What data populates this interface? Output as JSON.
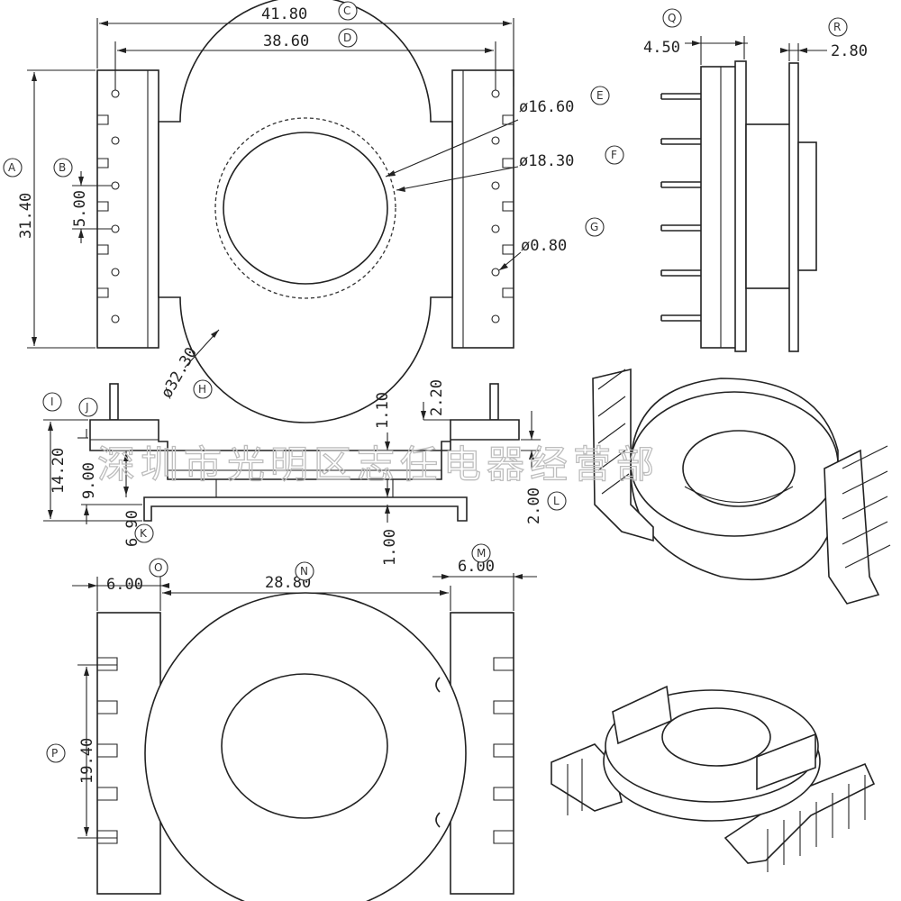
{
  "watermark": "深圳市光明区志任电器经营部",
  "dimensions": [
    {
      "id": "C",
      "value": "41.80"
    },
    {
      "id": "D",
      "value": "38.60"
    },
    {
      "id": "A",
      "value": "31.40"
    },
    {
      "id": "B",
      "value": "5.00"
    },
    {
      "id": "E",
      "value": "ø16.60"
    },
    {
      "id": "F",
      "value": "ø18.30"
    },
    {
      "id": "G",
      "value": "ø0.80"
    },
    {
      "id": "H",
      "value": "ø32.30"
    },
    {
      "id": "Q",
      "value": "4.50"
    },
    {
      "id": "R",
      "value": "2.80"
    },
    {
      "id": "I",
      "value": "14.20"
    },
    {
      "id": "J",
      "value": "9.00"
    },
    {
      "id": "K",
      "value": "6.90"
    },
    {
      "id": "U1",
      "value": "1.10"
    },
    {
      "id": "U2",
      "value": "2.20"
    },
    {
      "id": "U3",
      "value": "1.00"
    },
    {
      "id": "L",
      "value": "2.00"
    },
    {
      "id": "O",
      "value": "6.00"
    },
    {
      "id": "N",
      "value": "28.80"
    },
    {
      "id": "M",
      "value": "6.00"
    },
    {
      "id": "P",
      "value": "19.40"
    }
  ],
  "callouts": [
    "A",
    "B",
    "C",
    "D",
    "E",
    "F",
    "G",
    "H",
    "I",
    "J",
    "K",
    "L",
    "M",
    "N",
    "O",
    "P",
    "Q",
    "R"
  ]
}
